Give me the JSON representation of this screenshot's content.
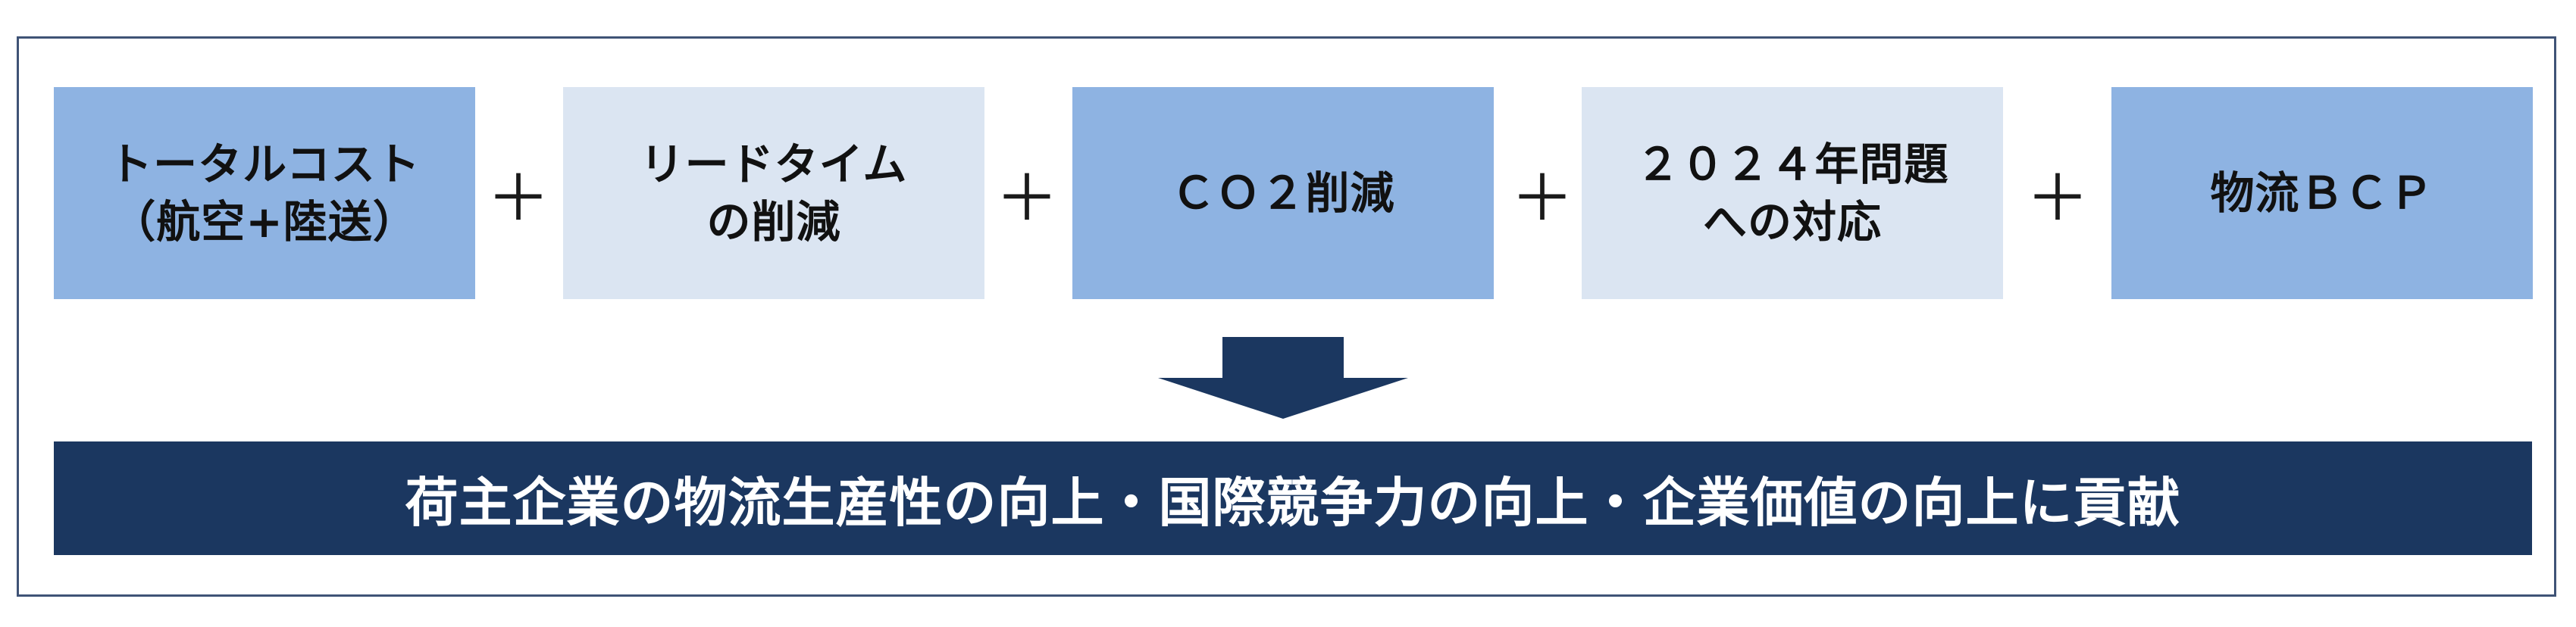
{
  "boxes": [
    {
      "lines": [
        "トータルコスト",
        "（航空+陸送）"
      ],
      "style": "dark"
    },
    {
      "lines": [
        "リードタイム",
        "の削減"
      ],
      "style": "light"
    },
    {
      "lines": [
        "ＣＯ２削減"
      ],
      "style": "dark"
    },
    {
      "lines": [
        "２０２４年問題",
        "への対応"
      ],
      "style": "light"
    },
    {
      "lines": [
        "物流ＢＣＰ"
      ],
      "style": "dark"
    }
  ],
  "operator": "＋",
  "result": "荷主企業の物流生産性の向上・国際競争力の向上・企業価値の向上に貢献",
  "colors": {
    "box_dark": "#8eb3e2",
    "box_light": "#dbe5f2",
    "result_bg": "#1b3760",
    "arrow": "#1b3760",
    "frame_border": "#3f5376"
  }
}
